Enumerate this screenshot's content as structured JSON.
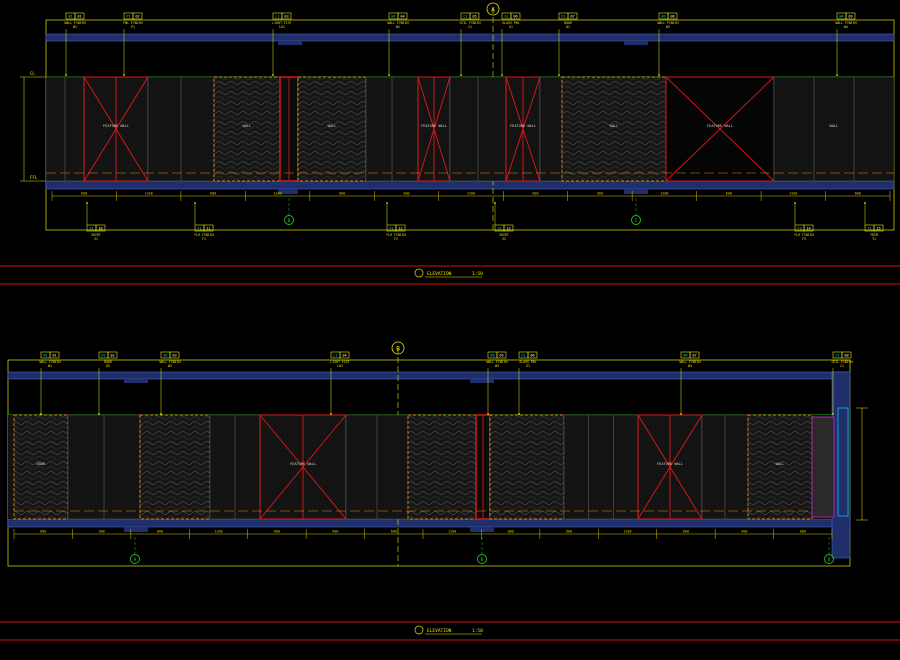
{
  "colors": {
    "background": "#000000",
    "slab": "#1f2f6b",
    "slab_edge": "#4a5fb0",
    "frame_yellow": "#e6e600",
    "dim_yellow": "#d8c800",
    "ceiling_green": "#19b419",
    "wall_dark": "#141414",
    "panel_red": "#e01818",
    "wood_orange": "#e08a18",
    "texture_gray": "#3a3a3a",
    "tag_cyan": "#00d8d8",
    "grid_green": "#20c020",
    "title_red": "#d01010",
    "blue_tick": "#2040ff",
    "magenta": "#d020d0"
  },
  "elevation_a": {
    "title": "ELEVATION",
    "scale": "1:50",
    "tags_top": [
      {
        "code": "W1",
        "ref": "01",
        "note": "WALL FINISH",
        "sub": "W1"
      },
      {
        "code": "P1",
        "ref": "02",
        "note": "PNL FINISH",
        "sub": "P1"
      },
      {
        "code": "L1",
        "ref": "03",
        "note": "LIGHT FIXT",
        "sub": "L01"
      },
      {
        "code": "W2",
        "ref": "04",
        "note": "WALL FINISH",
        "sub": "W2"
      },
      {
        "code": "C1",
        "ref": "05",
        "note": "CEIL FINISH",
        "sub": "C1"
      },
      {
        "code": "G1",
        "ref": "06",
        "note": "GLASS PNL",
        "sub": "G1"
      },
      {
        "code": "D1",
        "ref": "07",
        "note": "DOOR",
        "sub": "D1"
      },
      {
        "code": "W3",
        "ref": "08",
        "note": "WALL FINISH",
        "sub": "W3"
      },
      {
        "code": "W4",
        "ref": "09",
        "note": "WALL FINISH",
        "sub": "W4"
      }
    ],
    "tags_bottom": [
      {
        "code": "S1",
        "ref": "10",
        "note": "SKIRT",
        "sub": "S1"
      },
      {
        "code": "F1",
        "ref": "11",
        "note": "FLR FINISH",
        "sub": "F1"
      },
      {
        "code": "F2",
        "ref": "12",
        "note": "FLR FINISH",
        "sub": "F2"
      },
      {
        "code": "S2",
        "ref": "13",
        "note": "SKIRT",
        "sub": "S2"
      },
      {
        "code": "F3",
        "ref": "14",
        "note": "FLR FINISH",
        "sub": "F3"
      },
      {
        "code": "T1",
        "ref": "15",
        "note": "TRIM",
        "sub": "T1"
      }
    ],
    "panel_labels": [
      "FEATURE WALL",
      "WALL",
      "WALL",
      "FEATURE WALL",
      "FEATURE WALL",
      "WALL",
      "FEATURE WALL",
      "WALL"
    ],
    "grid_marks": [
      "B",
      "C"
    ],
    "dim_values": [
      "600",
      "1200",
      "600",
      "1200",
      "900",
      "600",
      "1200",
      "600",
      "900",
      "1200",
      "600",
      "1200",
      "600"
    ],
    "level_labels": [
      "FFL",
      "CL"
    ],
    "section_marker": "A"
  },
  "elevation_b": {
    "title": "ELEVATION",
    "scale": "1:50",
    "tags_top": [
      {
        "code": "W1",
        "ref": "01",
        "note": "WALL FINISH",
        "sub": "W1"
      },
      {
        "code": "D2",
        "ref": "02",
        "note": "DOOR",
        "sub": "D2"
      },
      {
        "code": "W2",
        "ref": "03",
        "note": "WALL FINISH",
        "sub": "W2"
      },
      {
        "code": "L1",
        "ref": "04",
        "note": "LIGHT FIXT",
        "sub": "L01"
      },
      {
        "code": "W3",
        "ref": "05",
        "note": "WALL FINISH",
        "sub": "W3"
      },
      {
        "code": "G1",
        "ref": "06",
        "note": "GLASS PNL",
        "sub": "G1"
      },
      {
        "code": "W4",
        "ref": "07",
        "note": "WALL FINISH",
        "sub": "W4"
      },
      {
        "code": "C1",
        "ref": "08",
        "note": "CEIL FINISH",
        "sub": "C1"
      }
    ],
    "panel_labels": [
      "DOOR",
      "FEATURE WALL",
      "FEATURE WALL",
      "WALL"
    ],
    "grid_marks": [
      "A",
      "B",
      "D"
    ],
    "dim_values": [
      "600",
      "900",
      "600",
      "1200",
      "600",
      "900",
      "600",
      "1200",
      "600",
      "900",
      "1200",
      "600",
      "900",
      "600"
    ],
    "section_marker": "B"
  }
}
